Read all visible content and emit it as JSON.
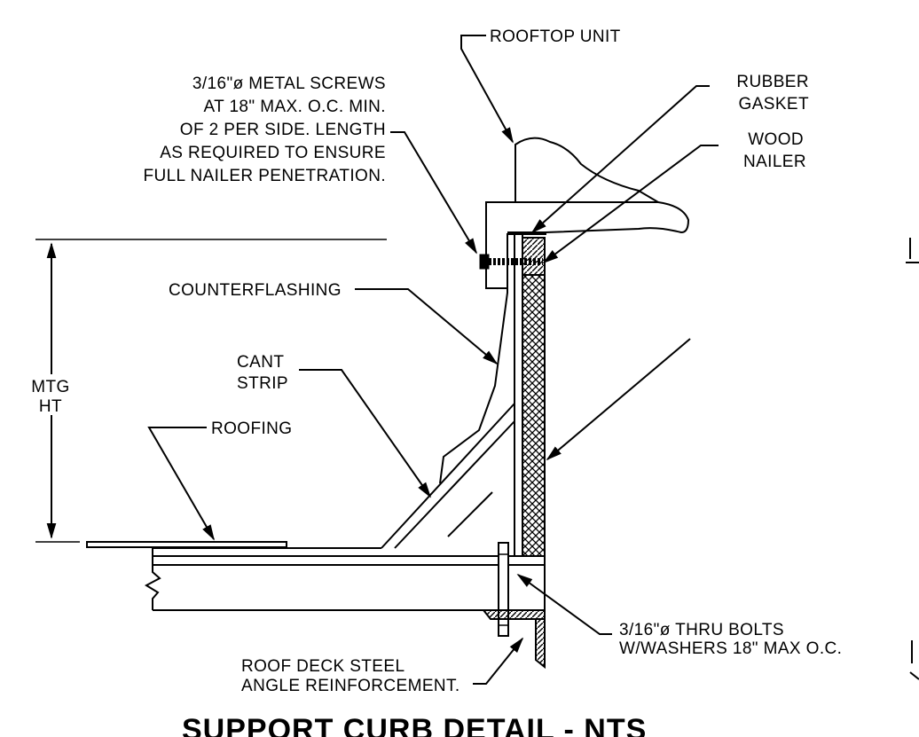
{
  "drawing": {
    "title": "SUPPORT CURB DETAIL - NTS",
    "labels": {
      "rooftop_unit": "ROOFTOP UNIT",
      "screws": [
        "3/16\"ø METAL SCREWS",
        "AT 18\" MAX. O.C. MIN.",
        "OF 2 PER SIDE. LENGTH",
        "AS REQUIRED TO ENSURE",
        "FULL NAILER PENETRATION."
      ],
      "rubber_gasket": [
        "RUBBER",
        "GASKET"
      ],
      "wood_nailer": [
        "WOOD",
        "NAILER"
      ],
      "counterflashing": "COUNTERFLASHING",
      "cant_strip": [
        "CANT",
        "STRIP"
      ],
      "mtg_ht": [
        "MTG",
        "HT"
      ],
      "roofing": "ROOFING",
      "thru_bolts": [
        "3/16\"ø THRU BOLTS",
        "W/WASHERS 18\" MAX O.C."
      ],
      "roof_deck": [
        "ROOF DECK STEEL",
        "ANGLE REINFORCEMENT."
      ]
    },
    "colors": {
      "line": "#000000",
      "background": "#ffffff"
    }
  }
}
